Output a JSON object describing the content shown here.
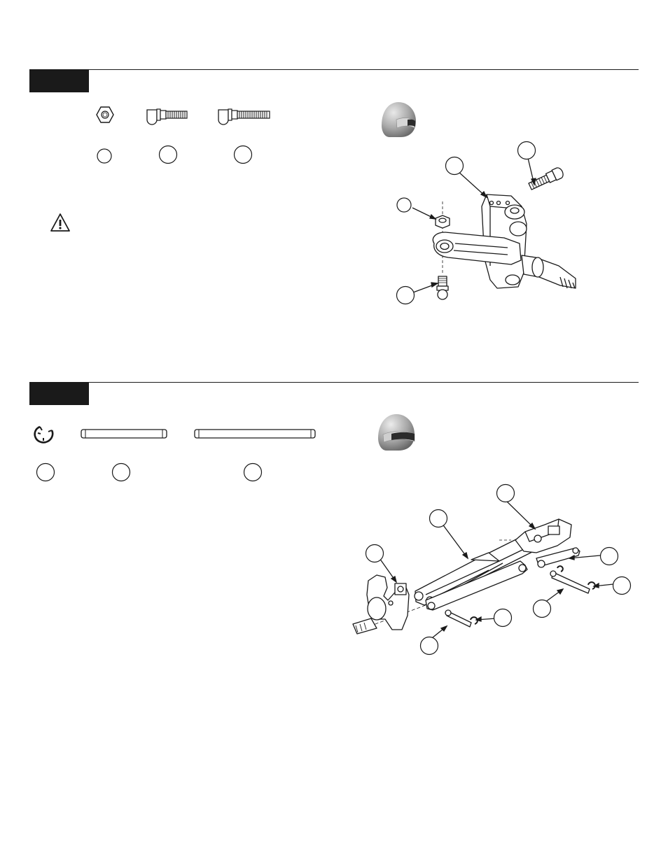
{
  "steps": [
    {
      "id": "step-upper",
      "parts": [
        "hex-nut",
        "ball-stud-short",
        "ball-stud-long"
      ]
    },
    {
      "id": "step-lower",
      "parts": [
        "e-clip",
        "hinge-pin-short",
        "hinge-pin-long"
      ]
    }
  ],
  "icons": {
    "helmet": "helmet-icon",
    "warning": "warning-icon"
  },
  "colors": {
    "ink": "#1a1a1a",
    "paper": "#ffffff",
    "helmet_shell": "#9a9a9a",
    "helmet_visor": "#2b2b2b"
  }
}
